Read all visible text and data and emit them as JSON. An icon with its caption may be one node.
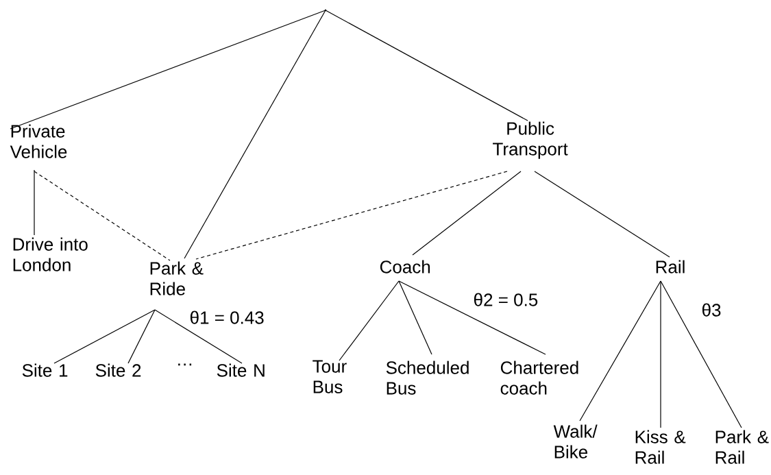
{
  "diagram": {
    "nodes": [
      {
        "text": [],
        "shape": "point"
      },
      {
        "text": [
          "Private Vehicle"
        ]
      },
      {
        "text": [
          "Public Transport"
        ]
      },
      {
        "text": [
          "Drive  into London"
        ]
      },
      {
        "text": [
          "Park & Ride"
        ]
      },
      {
        "text": [
          "Coach"
        ]
      },
      {
        "text": [
          "Rail"
        ]
      },
      {
        "text": [
          "Site 1"
        ]
      },
      {
        "text": [
          "Site 2"
        ]
      },
      {
        "text": [
          "Site N"
        ]
      },
      {
        "text": [
          "Tour Bus"
        ]
      },
      {
        "text": [
          "Scheduled Bus"
        ]
      },
      {
        "text": [
          "Chartered coach"
        ]
      },
      {
        "text": [
          "Walk/ Bike"
        ]
      },
      {
        "text": [
          "Kiss & Rail"
        ]
      },
      {
        "text": [
          "Park & Rail"
        ]
      }
    ],
    "edges": [
      {
        "from": 0,
        "to": 1,
        "arrow": "none"
      },
      {
        "from": 0,
        "to": 4,
        "arrow": "none"
      },
      {
        "from": 0,
        "to": 2,
        "arrow": "none"
      },
      {
        "from": 1,
        "to": 3,
        "arrow": "none"
      },
      {
        "from": 1,
        "to": 4,
        "arrow": "none",
        "style": "dashed"
      },
      {
        "from": 2,
        "to": 4,
        "arrow": "none",
        "style": "dashed"
      },
      {
        "from": 2,
        "to": 5,
        "arrow": "none"
      },
      {
        "from": 2,
        "to": 6,
        "arrow": "none"
      },
      {
        "from": 4,
        "to": 7,
        "arrow": "none"
      },
      {
        "from": 4,
        "to": 8,
        "arrow": "none"
      },
      {
        "from": 4,
        "to": 9,
        "arrow": "none"
      },
      {
        "from": 5,
        "to": 10,
        "arrow": "none"
      },
      {
        "from": 5,
        "to": 11,
        "arrow": "none"
      },
      {
        "from": 5,
        "to": 12,
        "arrow": "none"
      },
      {
        "from": 6,
        "to": 13,
        "arrow": "none"
      },
      {
        "from": 6,
        "to": 14,
        "arrow": "none"
      },
      {
        "from": 6,
        "to": 15,
        "arrow": "none"
      }
    ],
    "labels": [
      "θ1 = 0.43",
      "θ2 = 0.5",
      "…",
      "θ3"
    ]
  }
}
